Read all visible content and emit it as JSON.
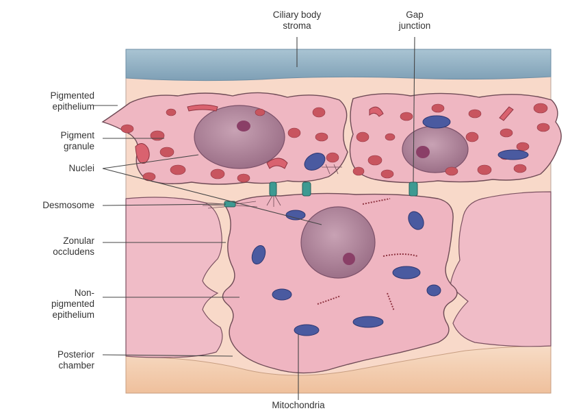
{
  "labels": {
    "ciliary_body_stroma": [
      "Ciliary body",
      "stroma"
    ],
    "gap_junction": [
      "Gap",
      "junction"
    ],
    "pigmented_epithelium": [
      "Pigmented",
      "epithelium"
    ],
    "pigment_granule": [
      "Pigment",
      "granule"
    ],
    "nuclei": "Nuclei",
    "desmosome": "Desmosome",
    "zonular_occludens": [
      "Zonular",
      "occludens"
    ],
    "non_pigmented_epithelium": [
      "Non-",
      "pigmented",
      "epithelium"
    ],
    "posterior_chamber": [
      "Posterior",
      "chamber"
    ],
    "mitochondria": "Mitochondria"
  },
  "colors": {
    "stroma": "#8fb0c4",
    "tissue_background": "#f6d2c0",
    "cell_fill": "#efb7c2",
    "cell_outline": "#6e4a55",
    "nucleus": "#b58a9e",
    "nucleolus": "#8a3f67",
    "pigment_granule": "#c8555f",
    "mitochondria": "#4a5aa0",
    "junction": "#3d9a92",
    "posterior_chamber": "#f2c9a8",
    "leader_line": "#444444"
  }
}
